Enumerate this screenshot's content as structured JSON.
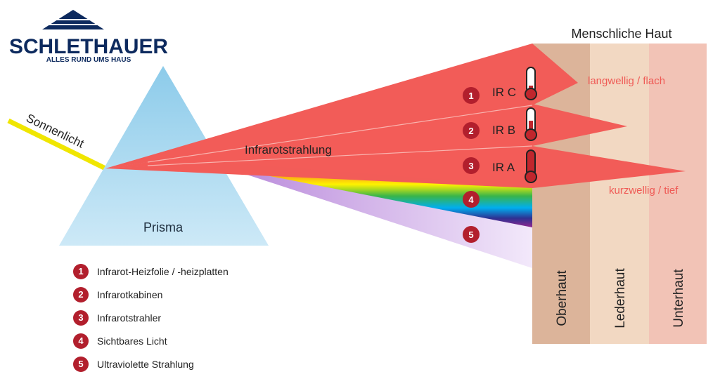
{
  "logo": {
    "name": "SCHLETHAUER",
    "tagline": "ALLES RUND UMS HAUS"
  },
  "labels": {
    "skin_title": "Menschliche Haut",
    "sunlight": "Sonnenlicht",
    "prism": "Prisma",
    "infrared": "Infrarotstrahlung",
    "longwave": "langwellig / flach",
    "shortwave": "kurzwellig / tief"
  },
  "skin_layers": [
    "Oberhaut",
    "Lederhaut",
    "Unterhaut"
  ],
  "beams": [
    {
      "number": "1",
      "label": "IR C"
    },
    {
      "number": "2",
      "label": "IR B"
    },
    {
      "number": "3",
      "label": "IR A"
    }
  ],
  "markers": [
    {
      "number": "4"
    },
    {
      "number": "5"
    }
  ],
  "legend": [
    {
      "number": "1",
      "label": "Infrarot-Heizfolie / -heizplatten"
    },
    {
      "number": "2",
      "label": "Infrarotkabinen"
    },
    {
      "number": "3",
      "label": "Infrarotstrahler"
    },
    {
      "number": "4",
      "label": "Sichtbares Licht"
    },
    {
      "number": "5",
      "label": "Ultraviolette Strahlung"
    }
  ],
  "colors": {
    "brand_navy": "#0d2a5e",
    "badge_red": "#b21f2d",
    "beam_red": "#f25c58",
    "wavelength_text": "#ef5a55",
    "skin_epidermis": "#dcb49a",
    "skin_dermis": "#f2d8c2",
    "skin_subcutis": "#f2c3b6",
    "prism_blue": "#9fd2ee",
    "sunlight_yellow": "#f0e600"
  }
}
